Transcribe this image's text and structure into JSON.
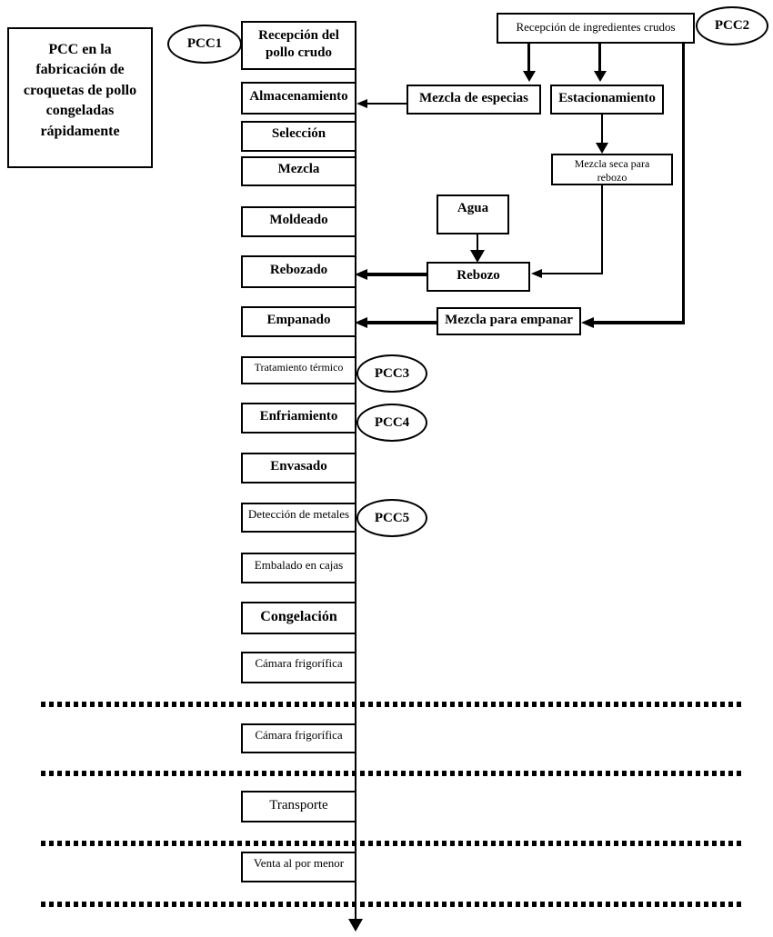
{
  "diagram": {
    "title_lines": [
      "PCC en la",
      "fabricación de",
      "croquetas de pollo",
      "congeladas",
      "rápidamente"
    ],
    "pcc_markers": {
      "pcc1": "PCC1",
      "pcc2": "PCC2",
      "pcc3": "PCC3",
      "pcc4": "PCC4",
      "pcc5": "PCC5"
    },
    "main_flow": {
      "steps": [
        {
          "label": [
            "Recepción del",
            "pollo crudo"
          ]
        },
        {
          "label": "Almacenamiento"
        },
        {
          "label": "Selección"
        },
        {
          "label": "Mezcla"
        },
        {
          "label": "Moldeado"
        },
        {
          "label": "Rebozado"
        },
        {
          "label": "Empanado"
        },
        {
          "label": "Tratamiento térmico"
        },
        {
          "label": "Enfriamiento"
        },
        {
          "label": "Envasado"
        },
        {
          "label": "Detección de metales"
        },
        {
          "label": "Embalado en cajas"
        },
        {
          "label": "Congelación"
        },
        {
          "label": "Cámara frigorífica"
        },
        {
          "label": "Cámara frigorífica"
        },
        {
          "label": "Transporte"
        },
        {
          "label": "Venta al por menor"
        }
      ]
    },
    "ingredient_flow": {
      "reception": "Recepción de ingredientes crudos",
      "spice_mix": "Mezcla de especias",
      "conditioning": "Estacionamiento",
      "dry_mix": [
        "Mezcla seca para",
        "rebozo"
      ],
      "water": "Agua",
      "batter": "Rebozo",
      "breading_mix": "Mezcla para empanar"
    },
    "colors": {
      "line": "#000000",
      "background": "#ffffff"
    }
  }
}
